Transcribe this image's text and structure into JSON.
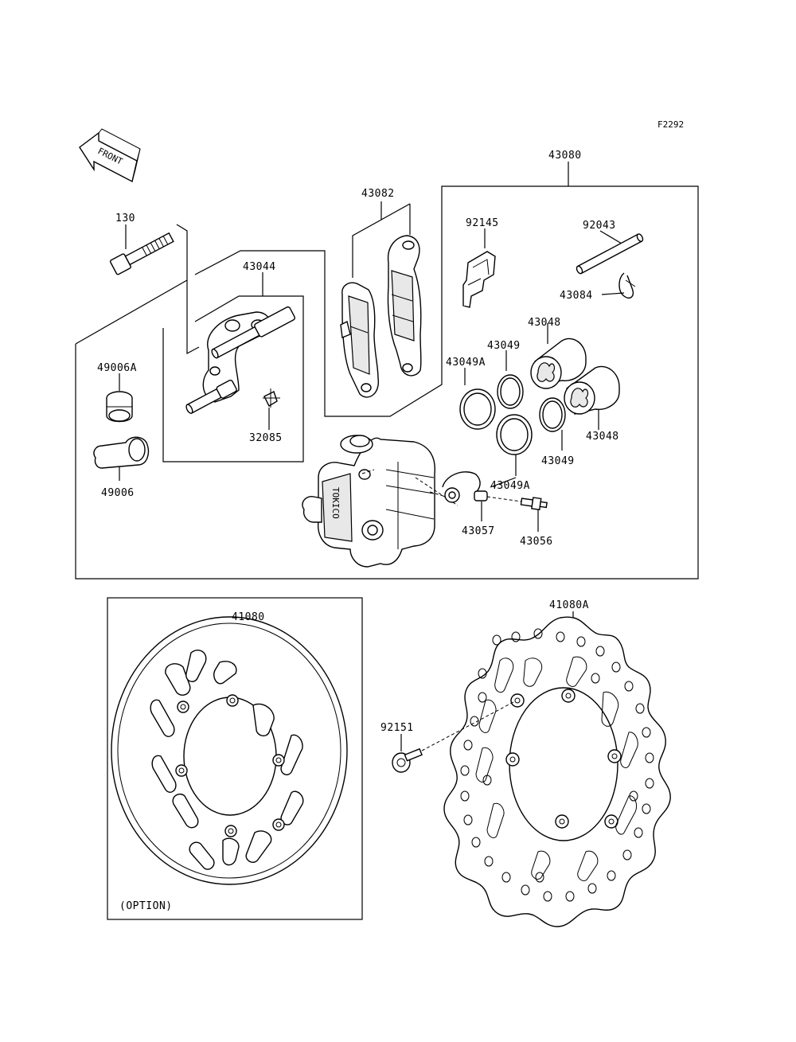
{
  "figure_code": "F2292",
  "direction_label": "FRONT",
  "option_label": "(OPTION)",
  "parts": [
    {
      "id": "p130",
      "number": "130"
    },
    {
      "id": "p43044",
      "number": "43044"
    },
    {
      "id": "p43082",
      "number": "43082"
    },
    {
      "id": "p43080",
      "number": "43080"
    },
    {
      "id": "p92145",
      "number": "92145"
    },
    {
      "id": "p92043",
      "number": "92043"
    },
    {
      "id": "p43084",
      "number": "43084"
    },
    {
      "id": "p43048a",
      "number": "43048"
    },
    {
      "id": "p43049a",
      "number": "43049"
    },
    {
      "id": "p43049Aa",
      "number": "43049A"
    },
    {
      "id": "p43048b",
      "number": "43048"
    },
    {
      "id": "p43049b",
      "number": "43049"
    },
    {
      "id": "p43049Ab",
      "number": "43049A"
    },
    {
      "id": "p49006A",
      "number": "49006A"
    },
    {
      "id": "p49006",
      "number": "49006"
    },
    {
      "id": "p32085",
      "number": "32085"
    },
    {
      "id": "p43057",
      "number": "43057"
    },
    {
      "id": "p43056",
      "number": "43056"
    },
    {
      "id": "p41080",
      "number": "41080"
    },
    {
      "id": "p41080A",
      "number": "41080A"
    },
    {
      "id": "p92151",
      "number": "92151"
    }
  ]
}
